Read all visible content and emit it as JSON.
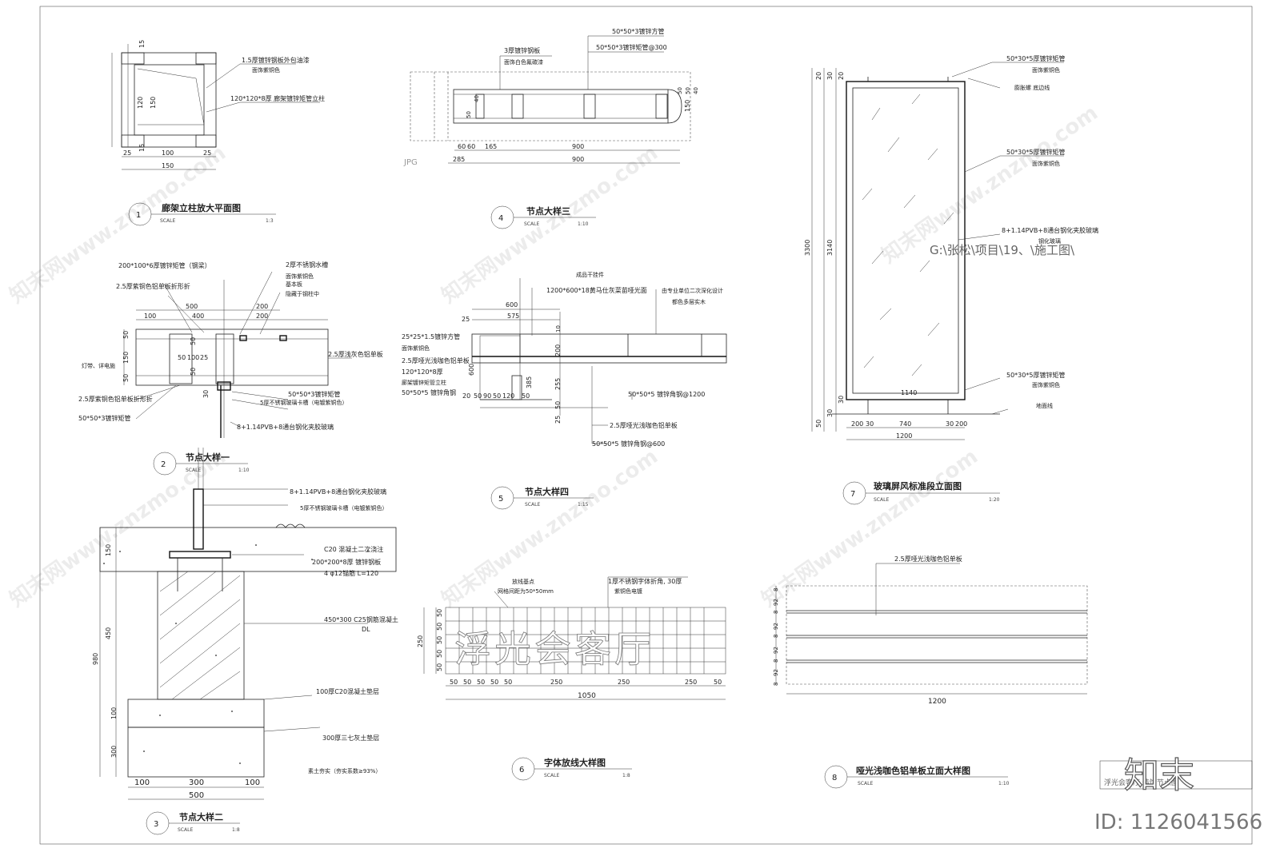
{
  "details": [
    {
      "num": "1",
      "title": "廊架立柱放大平面图",
      "scale_label": "SCALE",
      "scale": "1:3"
    },
    {
      "num": "2",
      "title": "节点大样一",
      "scale_label": "SCALE",
      "scale": "1:10"
    },
    {
      "num": "3",
      "title": "节点大样二",
      "scale_label": "SCALE",
      "scale": "1:8"
    },
    {
      "num": "4",
      "title": "节点大样三",
      "scale_label": "SCALE",
      "scale": "1:10"
    },
    {
      "num": "5",
      "title": "节点大样四",
      "scale_label": "SCALE",
      "scale": "1:15"
    },
    {
      "num": "6",
      "title": "字体放线大样图",
      "scale_label": "SCALE",
      "scale": "1:8"
    },
    {
      "num": "7",
      "title": "玻璃屏风标准段立面图",
      "scale_label": "SCALE",
      "scale": "1:20"
    },
    {
      "num": "8",
      "title": "哑光浅咖色铝单板立面大样图",
      "scale_label": "SCALE",
      "scale": "1:10"
    }
  ],
  "d1": {
    "notes": [
      "1.5厚镀锌钢板外包油漆",
      "面饰紫铜色",
      "120*120*8厚 廊架镀锌矩管立柱"
    ],
    "dims_h": [
      "25",
      "100",
      "25",
      "150"
    ],
    "dims_v": [
      "15",
      "120",
      "150",
      "15"
    ]
  },
  "d2": {
    "notes": [
      "200*100*6厚镀锌矩管（钢梁）",
      "2.5厚紫铜色铝单板折形折",
      "2厚不锈钢水槽",
      "面饰紫铜色",
      "基本板",
      "隐藏于钢柱中",
      "灯带、详电施",
      "2.5厚浅灰色铝单板",
      "50*50*3镀锌矩管",
      "5厚不锈钢玻璃卡槽（电镀紫铜色）",
      "2.5厚紫铜色铝单板折形折",
      "50*50*3镀锌矩管",
      "8+1.14PVB+8通台钢化夹胶玻璃"
    ],
    "dims": [
      "500",
      "100",
      "400",
      "200",
      "200",
      "50",
      "150",
      "50",
      "50",
      "100",
      "25",
      "50",
      "50",
      "30"
    ]
  },
  "d3": {
    "notes": [
      "8+1.14PVB+8通台钢化夹胶玻璃",
      "5厚不锈钢玻璃卡槽（电镀紫铜色）",
      "C20 混凝土二次浇注",
      "200*200*8厚 镀锌钢板",
      "4 φ12锚筋 L=120",
      "450*300 C25钢筋混凝土",
      "DL",
      "100厚C20混凝土垫层",
      "300厚三七灰土垫层",
      "素土夯实（夯实系数≥93%）"
    ],
    "dims_v": [
      "150",
      "450",
      "980",
      "100",
      "300"
    ],
    "dims_h": [
      "100",
      "300",
      "100",
      "500"
    ]
  },
  "d4": {
    "notes": [
      "3厚镀锌钢板",
      "面饰白色氟碳漆",
      "50*50*3镀锌方管",
      "50*50*3镀锌矩管@300"
    ],
    "dims": [
      "60",
      "60",
      "165",
      "900",
      "285",
      "900",
      "50",
      "40",
      "50",
      "50",
      "40",
      "150"
    ],
    "stamp": "JPG"
  },
  "d5": {
    "notes": [
      "成品干挂件",
      "1200*600*18黄马仕灰菜苗哑光面",
      "由专业单位二次深化设计",
      "都色多层实木",
      "25*25*1.5镀锌方管",
      "面饰紫铜色",
      "2.5厚哑光浅咖色铝单板",
      "120*120*8厚",
      "廊架镀锌矩管立柱",
      "50*50*5 镀锌角钢",
      "50*50*5 镀锌角钢@1200",
      "2.5厚哑光浅咖色铝单板",
      "50*50*5 镀锌角钢@600"
    ],
    "dims": [
      "600",
      "575",
      "25",
      "10",
      "200",
      "385",
      "255",
      "50",
      "25",
      "600",
      "20",
      "50",
      "90",
      "50",
      "120",
      "50"
    ]
  },
  "d6": {
    "notes": [
      "放线基点",
      "网格间距为50*50mm",
      "1厚不锈钢字体折角, 30厚",
      "紫铜色电镀"
    ],
    "text": "浮光会客厅",
    "dims_h": [
      "50",
      "50",
      "50",
      "50",
      "50",
      "250",
      "250",
      "250",
      "50",
      "1050"
    ],
    "dims_v": [
      "50",
      "50",
      "50",
      "50",
      "50",
      "250"
    ]
  },
  "d7": {
    "notes": [
      "50*30*5厚镀锌矩管",
      "面饰紫铜色",
      "膨胀螺  底边线",
      "50*30*5厚镀锌矩管",
      "面饰紫铜色",
      "8+1.14PVB+8通台钢化夹胶玻璃",
      "钢化玻璃",
      "50*30*5厚镀锌矩管",
      "面饰紫铜色",
      "地面线"
    ],
    "path_text": "G:\\张松\\项目\\19、\\施工图\\",
    "dims_v": [
      "20",
      "30",
      "20",
      "3300",
      "3140",
      "30",
      "50",
      "30"
    ],
    "dims_h": [
      "200",
      "30",
      "740",
      "30",
      "200",
      "1200",
      "1140"
    ]
  },
  "d8": {
    "notes": [
      "2.5厚哑光浅咖色铝单板"
    ],
    "dims_v": [
      "8",
      "92",
      "8",
      "92",
      "8",
      "92",
      "8",
      "92",
      "8"
    ],
    "dims_h": [
      "1200"
    ]
  },
  "titleblock": {
    "text": "浮光会客厅 装饰节点图"
  },
  "watermark": {
    "text": "知末网www.znzmo.com",
    "logo": "知末",
    "id": "ID: 1126041566"
  }
}
